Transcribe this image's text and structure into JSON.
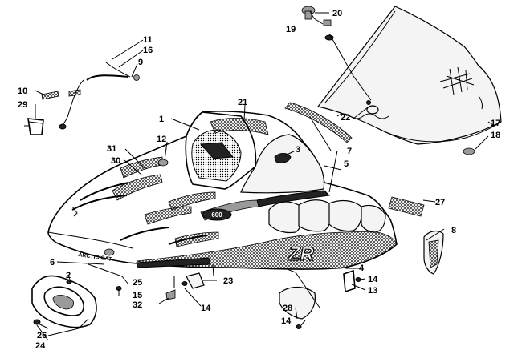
{
  "diagram": {
    "callouts": [
      {
        "id": "1",
        "label": "1"
      },
      {
        "id": "2",
        "label": "2"
      },
      {
        "id": "3",
        "label": "3"
      },
      {
        "id": "4",
        "label": "4"
      },
      {
        "id": "5",
        "label": "5"
      },
      {
        "id": "6",
        "label": "6"
      },
      {
        "id": "7",
        "label": "7"
      },
      {
        "id": "8",
        "label": "8"
      },
      {
        "id": "9",
        "label": "9"
      },
      {
        "id": "10",
        "label": "10"
      },
      {
        "id": "11",
        "label": "11"
      },
      {
        "id": "12",
        "label": "12"
      },
      {
        "id": "13",
        "label": "13"
      },
      {
        "id": "14a",
        "label": "14"
      },
      {
        "id": "14b",
        "label": "14"
      },
      {
        "id": "14c",
        "label": "14"
      },
      {
        "id": "15",
        "label": "15"
      },
      {
        "id": "16",
        "label": "16"
      },
      {
        "id": "17",
        "label": "17"
      },
      {
        "id": "18",
        "label": "18"
      },
      {
        "id": "19",
        "label": "19"
      },
      {
        "id": "20",
        "label": "20"
      },
      {
        "id": "21",
        "label": "21"
      },
      {
        "id": "22",
        "label": "22"
      },
      {
        "id": "23",
        "label": "23"
      },
      {
        "id": "24",
        "label": "24"
      },
      {
        "id": "25",
        "label": "25"
      },
      {
        "id": "26",
        "label": "26"
      },
      {
        "id": "27",
        "label": "27"
      },
      {
        "id": "28",
        "label": "28"
      },
      {
        "id": "29",
        "label": "29"
      },
      {
        "id": "30",
        "label": "30"
      },
      {
        "id": "31",
        "label": "31"
      },
      {
        "id": "32",
        "label": "32"
      }
    ],
    "hood_text": {
      "brand": "ARCTIC CAT",
      "model": "ZR",
      "number": "600"
    }
  }
}
